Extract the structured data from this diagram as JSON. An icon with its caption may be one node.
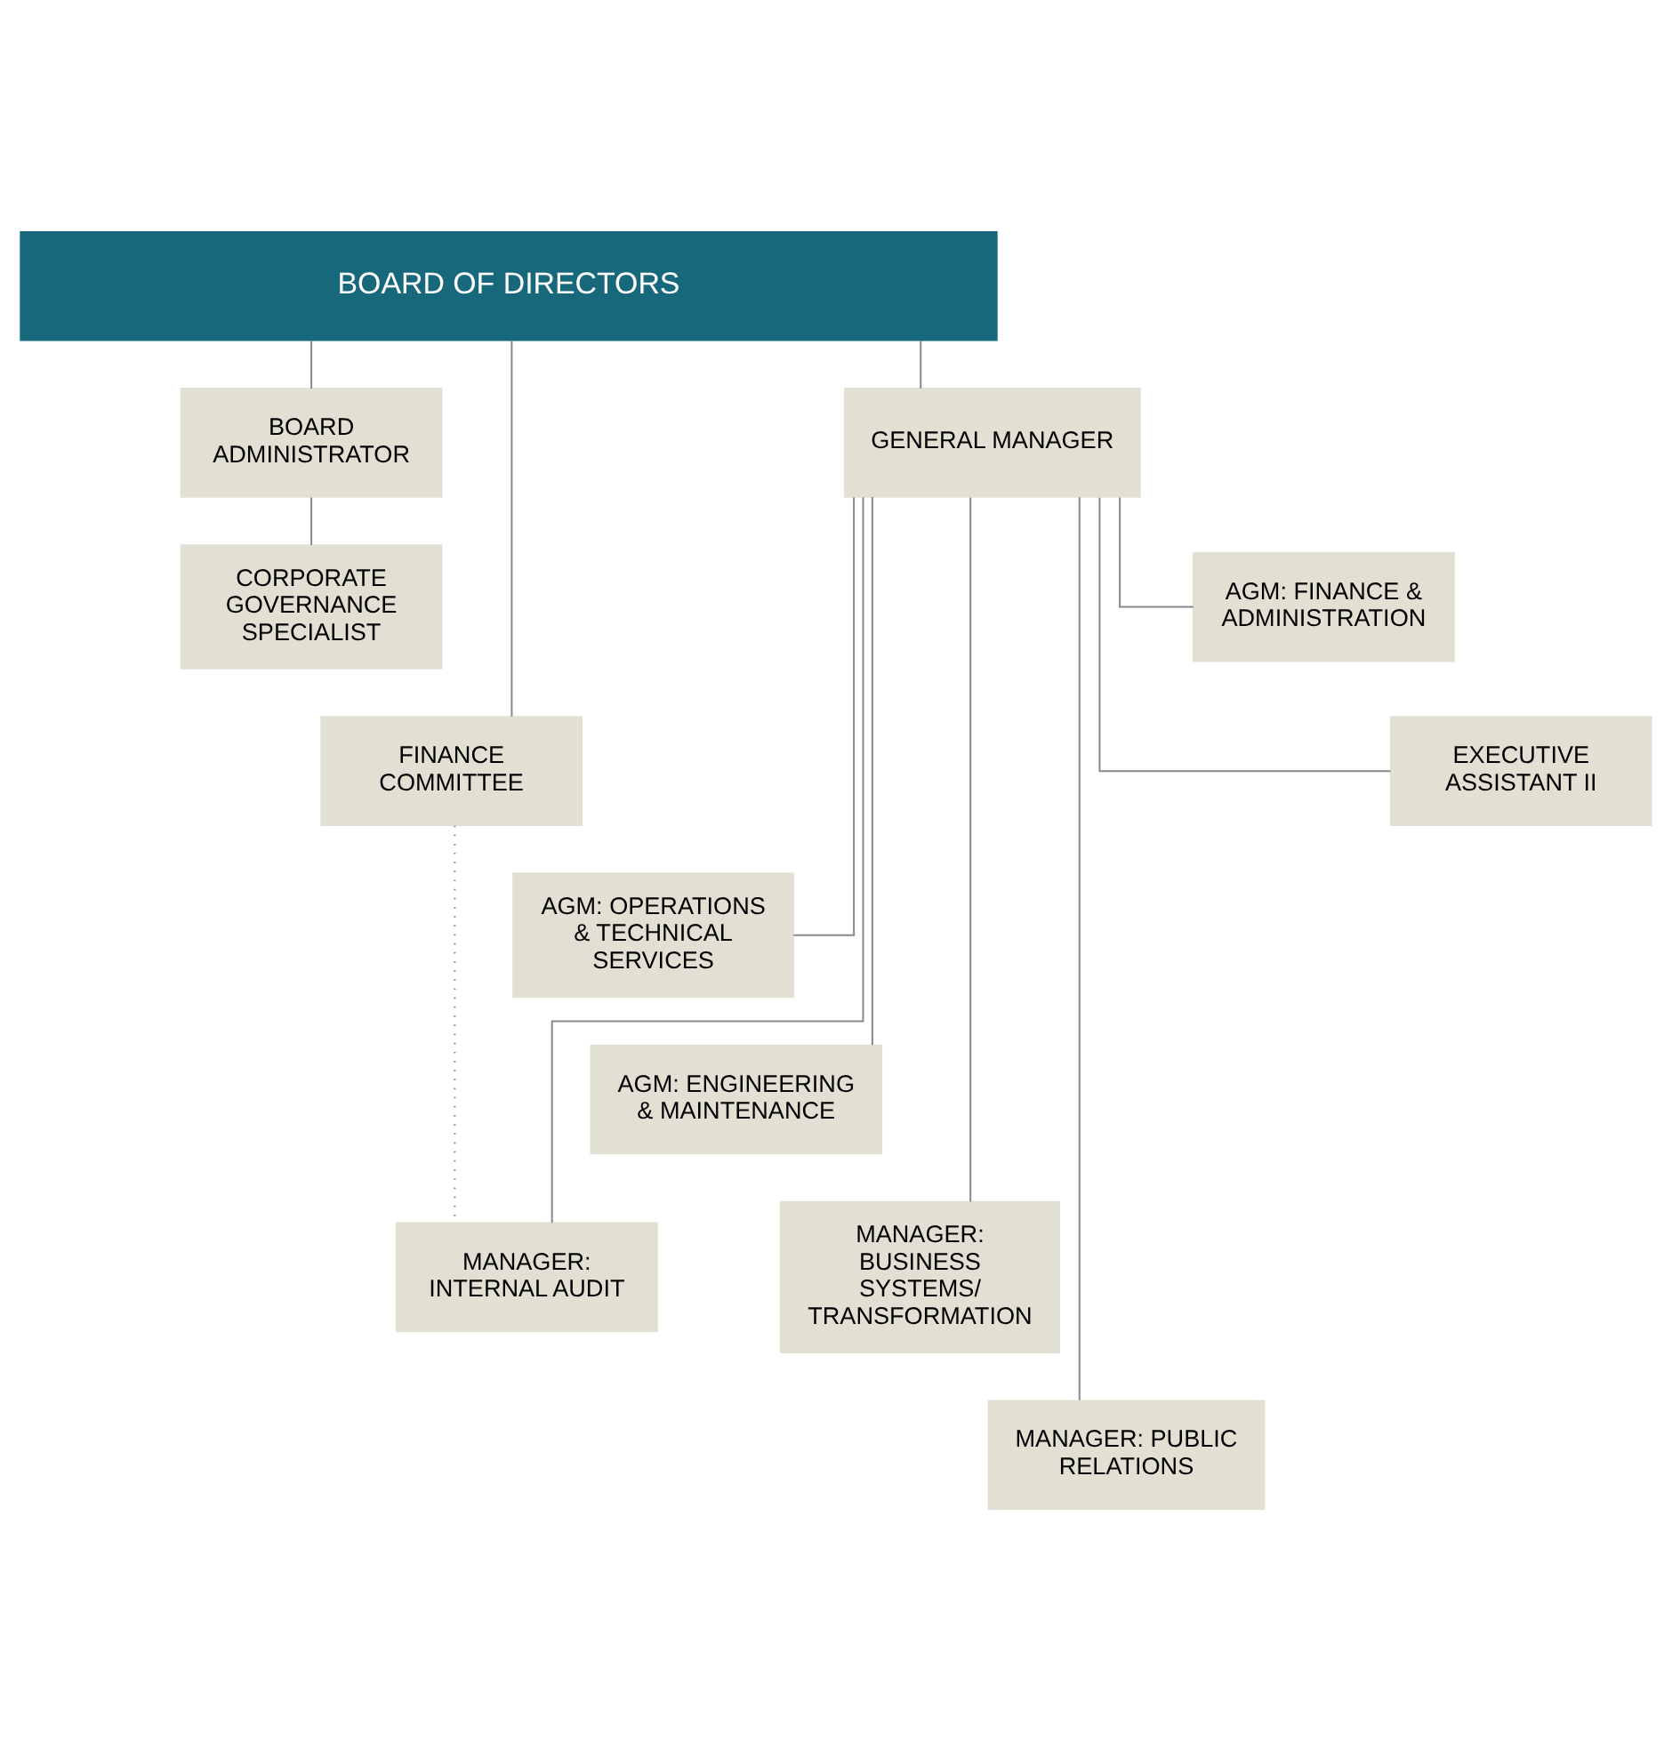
{
  "diagram": {
    "nodes": [
      {
        "text": [
          "BOARD OF DIRECTORS"
        ]
      },
      {
        "text": [
          "BOARD ADMINISTRATOR"
        ]
      },
      {
        "text": [
          "CORPORATE GOVERNANCE SPECIALIST"
        ]
      },
      {
        "text": [
          "FINANCE COMMITTEE"
        ]
      },
      {
        "text": [
          "GENERAL MANAGER"
        ]
      },
      {
        "text": [
          "AGM: FINANCE & ADMINISTRATION"
        ]
      },
      {
        "text": [
          "EXECUTIVE ASSISTANT II"
        ]
      },
      {
        "text": [
          "AGM: OPERATIONS & TECHNICAL SERVICES"
        ]
      },
      {
        "text": [
          "AGM: ENGINEERING & MAINTENANCE"
        ]
      },
      {
        "text": [
          "MANAGER: BUSINESS SYSTEMS/ TRANSFORMATION"
        ]
      },
      {
        "text": [
          "MANAGER: INTERNAL AUDIT"
        ]
      },
      {
        "text": [
          "MANAGER: PUBLIC RELATIONS"
        ]
      }
    ],
    "edges": [
      {
        "from": 0,
        "to": 1,
        "arrow": "none"
      },
      {
        "from": 0,
        "to": 3,
        "arrow": "none"
      },
      {
        "from": 0,
        "to": 4,
        "arrow": "none"
      },
      {
        "from": 1,
        "to": 2,
        "arrow": "none"
      },
      {
        "from": 4,
        "to": 5,
        "arrow": "none"
      },
      {
        "from": 4,
        "to": 6,
        "arrow": "none"
      },
      {
        "from": 4,
        "to": 7,
        "arrow": "none"
      },
      {
        "from": 4,
        "to": 8,
        "arrow": "none"
      },
      {
        "from": 4,
        "to": 9,
        "arrow": "none"
      },
      {
        "from": 4,
        "to": 10,
        "arrow": "none"
      },
      {
        "from": 4,
        "to": 11,
        "arrow": "none"
      },
      {
        "from": 3,
        "to": 10,
        "arrow": "none",
        "style": "dashed"
      }
    ]
  }
}
